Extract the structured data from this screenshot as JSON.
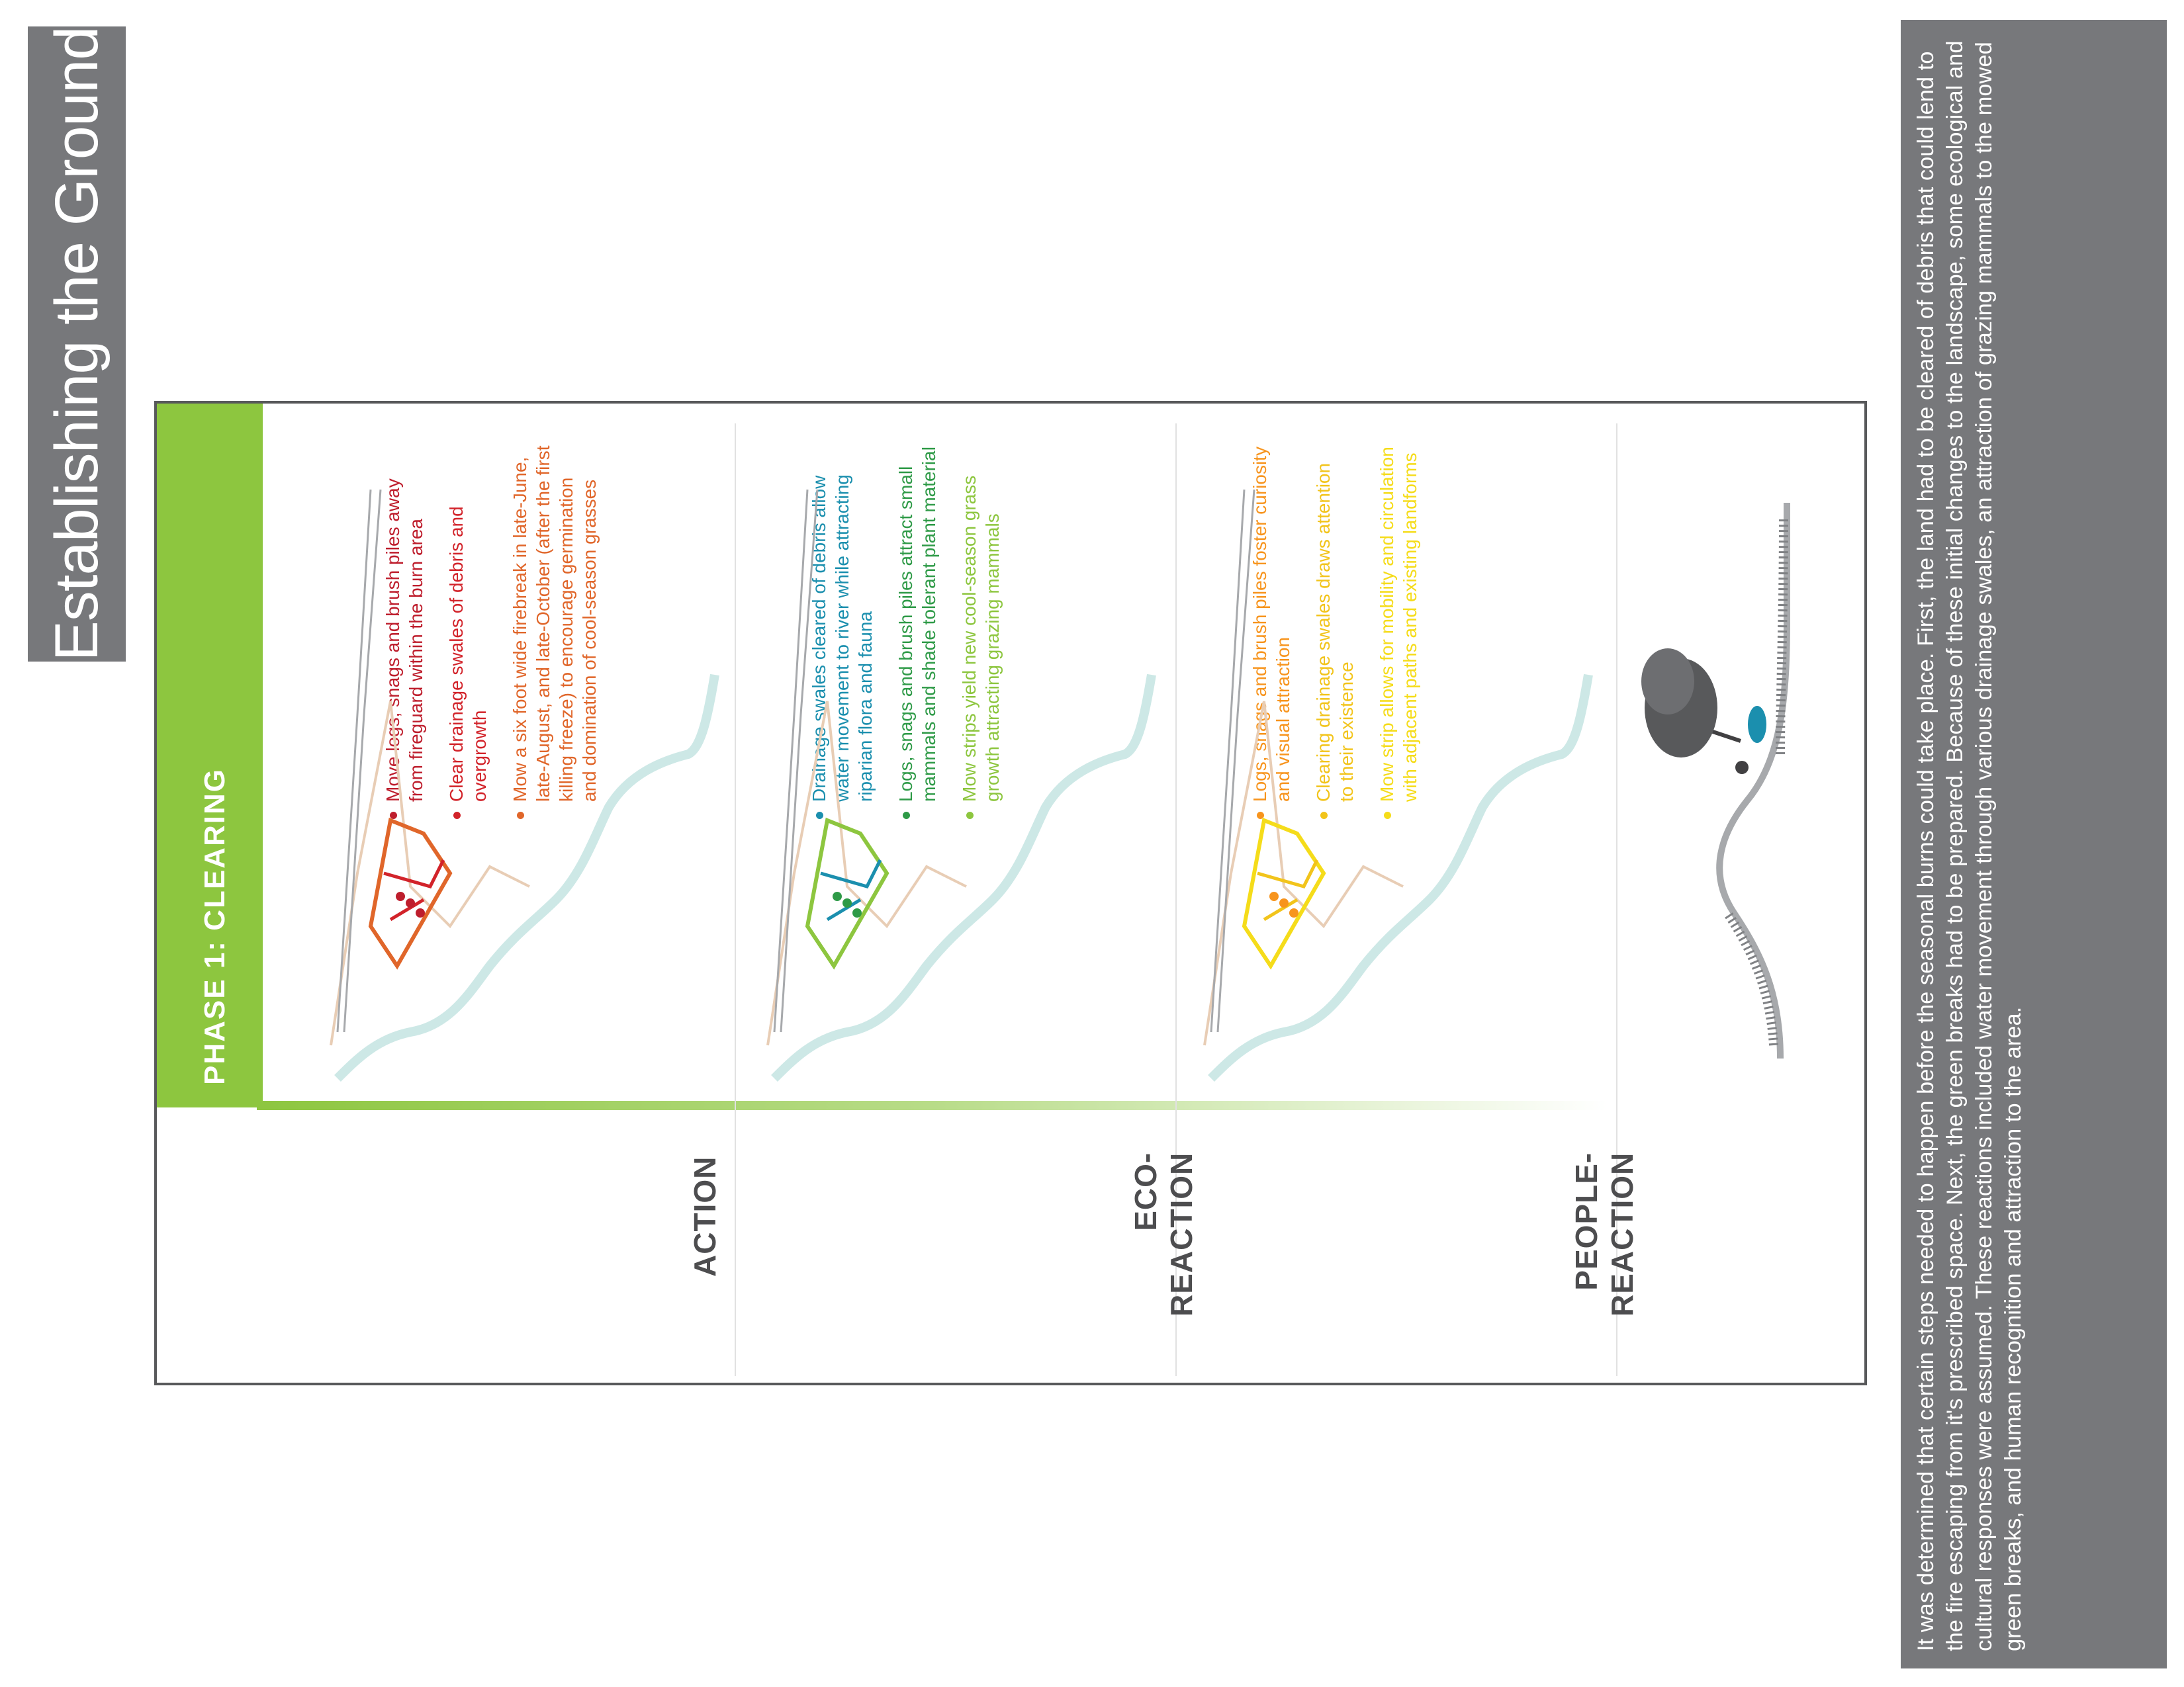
{
  "page": {
    "title": "Establishing the Ground",
    "description": "It was determined that certain steps needed to happen before the seasonal burns could take place. First, the land had to be cleared of debris that could lend to the fire escaping from it's prescribed space. Next, the green breaks had to be prepared. Because of these initial changes to the landscape, some ecological and cultural responses were assumed. These reactions included water movement through various drainage swales, an attraction of grazing mammals to the mowed green breaks, and human recognition and attraction to the area."
  },
  "diagram": {
    "phase_label": "PHASE 1: CLEARING",
    "rows": [
      {
        "label_lines": [
          "ACTION"
        ],
        "bullets": [
          {
            "text": "Move logs, snags and brush piles away from fireguard within the burn area",
            "color": "#be1e2d"
          },
          {
            "text": "Clear drainage swales of debris and overgrowth",
            "color": "#d2232a"
          },
          {
            "text": "Mow a six foot wide firebreak in late-June,  late-August, and late-October (after the first killing freeze) to encourage germination and domination of cool-season grasses",
            "color": "#e0662a"
          }
        ]
      },
      {
        "label_lines": [
          "ECO-",
          "REACTION"
        ],
        "bullets": [
          {
            "text": "Drainage swales cleared of debris allow water movement to river while attracting riparian flora and fauna",
            "color": "#1b8fae"
          },
          {
            "text": "Logs, snags and brush piles attract small mammals and shade tolerant plant material",
            "color": "#2e9a47"
          },
          {
            "text": "Mow strips yield new cool-season grass growth attracting grazing mammals",
            "color": "#8dc63f"
          }
        ]
      },
      {
        "label_lines": [
          "PEOPLE-",
          "REACTION"
        ],
        "bullets": [
          {
            "text": "Logs, snags and brush piles foster curiosity and visual attraction",
            "color": "#f7941d"
          },
          {
            "text": "Clearing drainage swales draws attention to their existence",
            "color": "#f2c41b"
          },
          {
            "text": "Mow strip allows for mobility and circulation with adjacent paths and existing landforms",
            "color": "#f5dc1a"
          }
        ]
      }
    ],
    "colors": {
      "phase_green": "#8dc63f",
      "frame": "#58595b",
      "title_box": "#77787b",
      "river": "#cde8e6",
      "path": "#e8cdb5"
    }
  }
}
